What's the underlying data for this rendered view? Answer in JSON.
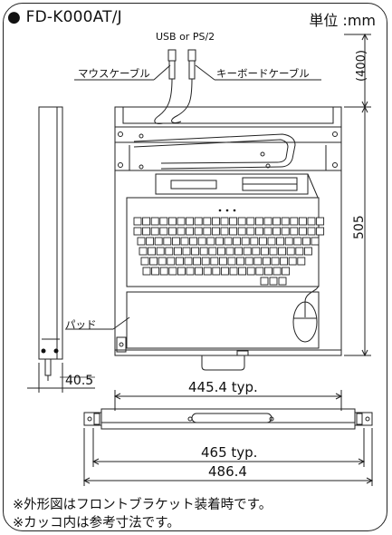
{
  "header": {
    "title": "● FD-K000AT/J",
    "unit": "単位 :mm"
  },
  "callouts": {
    "connector": "USB or PS/2",
    "mouse_cable": "マウスケーブル",
    "keyboard_cable": "キーボードケーブル",
    "pad": "パッド"
  },
  "dimensions": {
    "depth_ref": "(400)",
    "height": "505",
    "thickness": "40.5",
    "inner_width": "445.4 typ.",
    "mount_width": "465 typ.",
    "overall_width": "486.4"
  },
  "notes": [
    "※外形図はフロントブラケット装着時です。",
    "※カッコ内は参考寸法です。"
  ]
}
